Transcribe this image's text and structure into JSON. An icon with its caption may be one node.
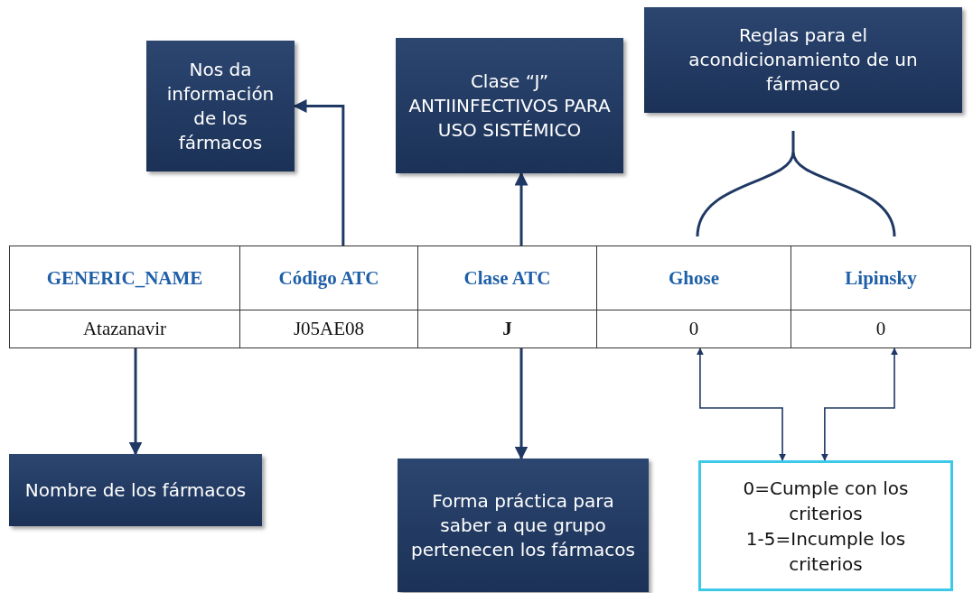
{
  "diagram": {
    "nodes": [
      {
        "text": [
          "Nos da información de los fármacos"
        ]
      },
      {
        "text": [
          "Clase “J” ANTIINFECTIVOS PARA USO SISTÉMICO"
        ]
      },
      {
        "text": [
          "Reglas para el acondicionamiento de un fármaco"
        ]
      },
      {
        "text": [
          "GENERIC_NAME"
        ]
      },
      {
        "text": [
          "Código ATC"
        ]
      },
      {
        "text": [
          "Clase ATC"
        ]
      },
      {
        "text": [
          "Ghose"
        ]
      },
      {
        "text": [
          "Lipinsky"
        ]
      },
      {
        "text": [
          "Atazanavir"
        ]
      },
      {
        "text": [
          "J05AE08"
        ]
      },
      {
        "text": [
          "J"
        ]
      },
      {
        "text": [
          "0"
        ]
      },
      {
        "text": [
          "0"
        ]
      },
      {
        "text": [
          "Nombre de los fármacos"
        ]
      },
      {
        "text": [
          "Forma práctica para saber a que grupo pertenecen los fármacos"
        ]
      },
      {
        "text": [
          "0=Cumple con los criterios",
          "1-5=Incumple los criterios"
        ]
      }
    ],
    "edges": [
      {
        "from": 4,
        "to": 0,
        "arrow": "to"
      },
      {
        "from": 5,
        "to": 1,
        "arrow": "to"
      },
      {
        "from": 8,
        "to": 13,
        "arrow": "to"
      },
      {
        "from": 10,
        "to": 14,
        "arrow": "to"
      },
      {
        "from": 11,
        "to": 15,
        "arrow": "both"
      },
      {
        "from": 12,
        "to": 15,
        "arrow": "both"
      }
    ]
  }
}
